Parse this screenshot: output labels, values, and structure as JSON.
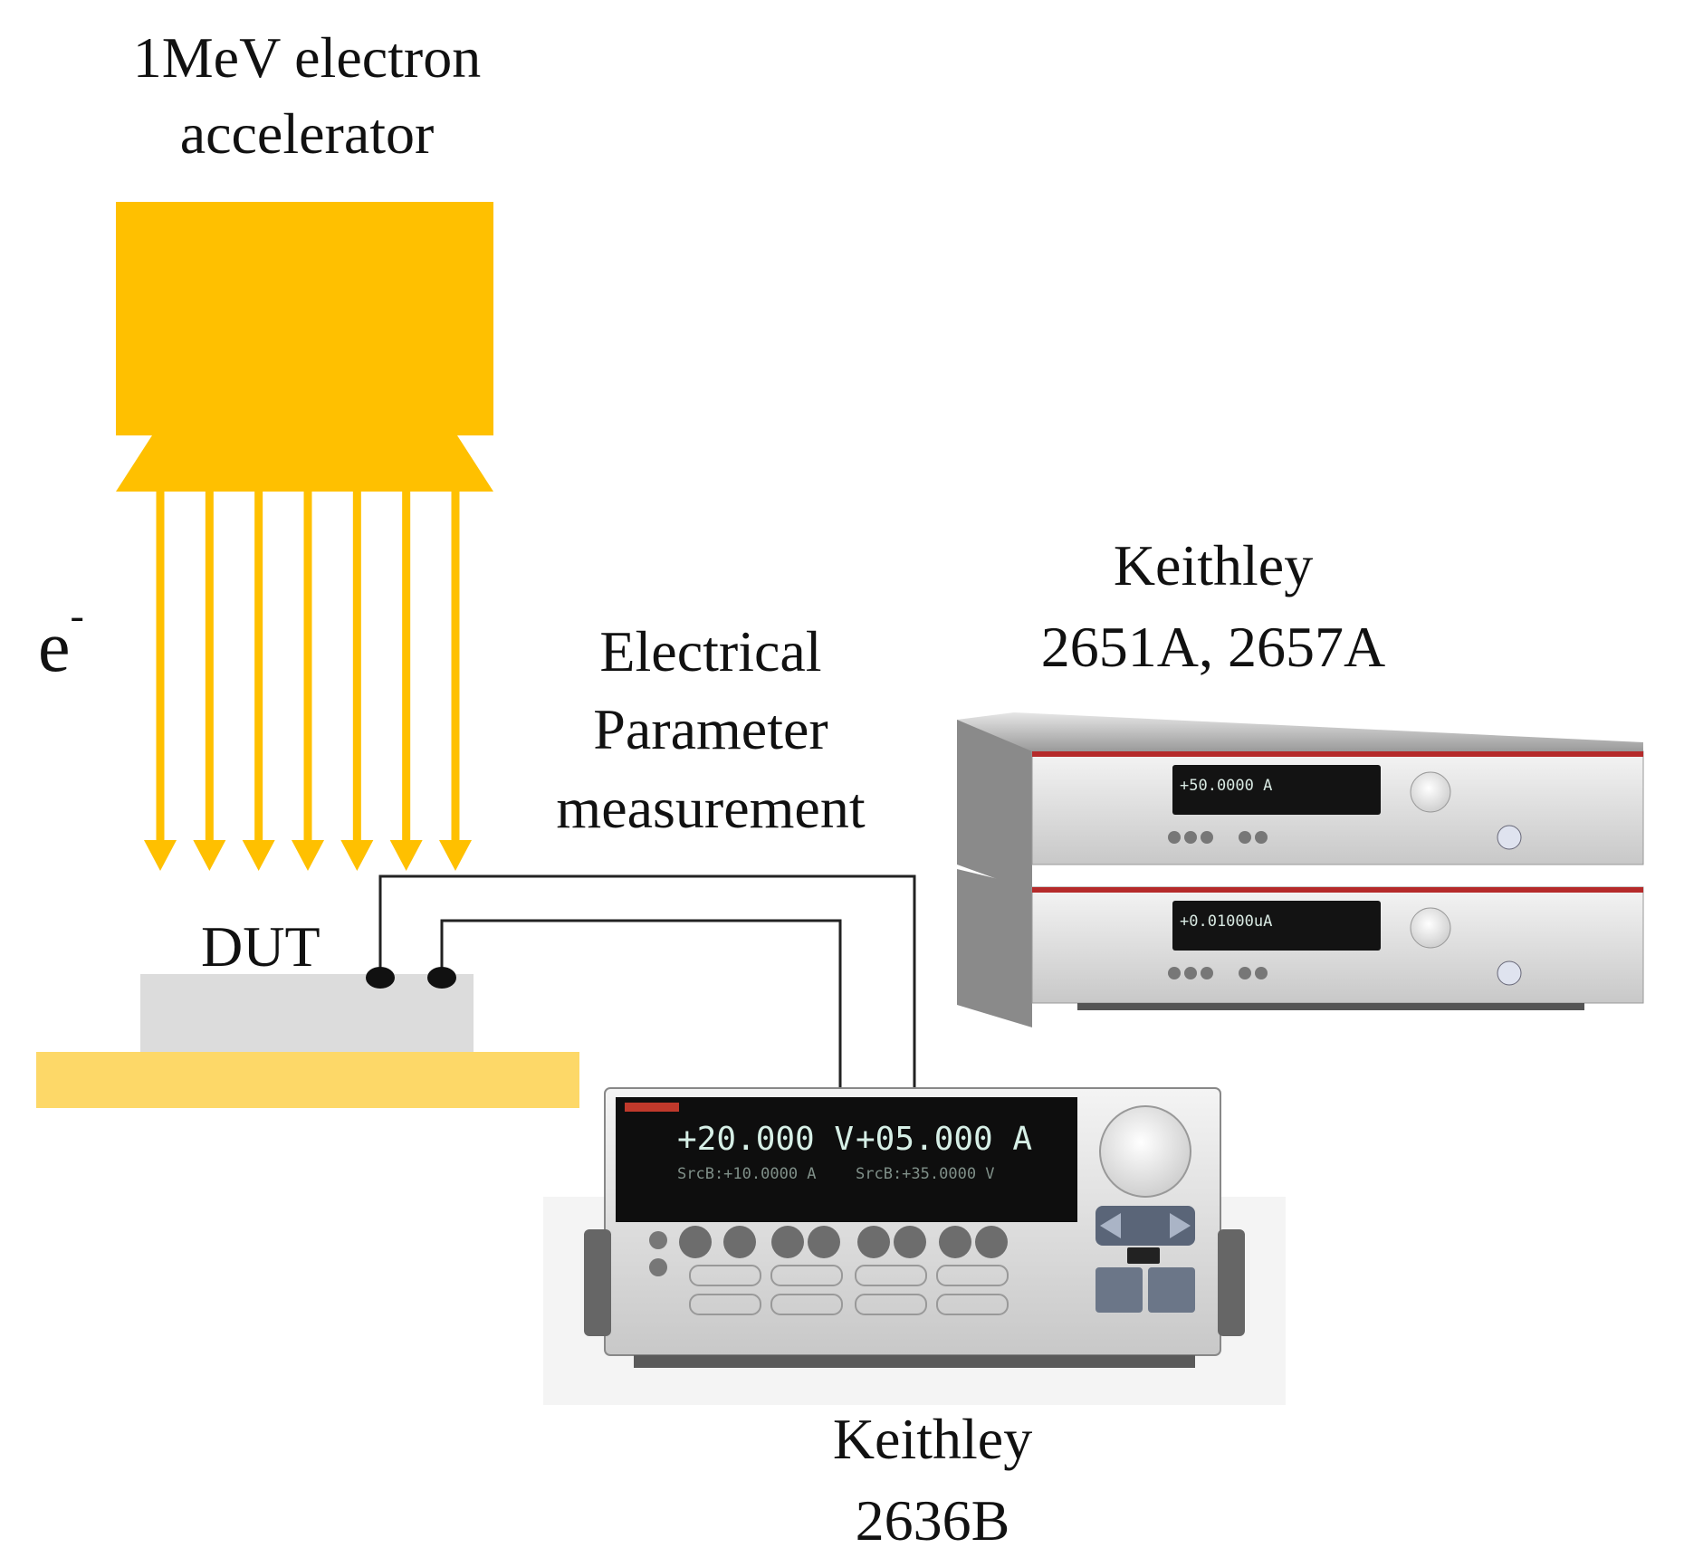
{
  "accelerator": {
    "title_line1": "1MeV electron",
    "title_line2": "accelerator",
    "color": "#ffc000"
  },
  "beam": {
    "symbol": "e",
    "charge": "-",
    "arrow_count": 7
  },
  "dut": {
    "label": "DUT",
    "body_color": "#dcdcdc",
    "base_color": "#fdd868"
  },
  "measurement": {
    "line1": "Electrical",
    "line2": "Parameter",
    "line3": "measurement"
  },
  "instrument_top": {
    "line1": "Keithley",
    "line2": "2651A, 2657A",
    "unit_upper_readout": "+50.0000 A",
    "unit_lower_readout": "+0.01000uA"
  },
  "instrument_bottom": {
    "line1": "Keithley",
    "line2": "2636B",
    "readout_a": "+20.000 V",
    "readout_b": "+05.000 A",
    "sub_a": "SrcB:+10.0000 A",
    "sub_b": "SrcB:+35.0000 V"
  }
}
